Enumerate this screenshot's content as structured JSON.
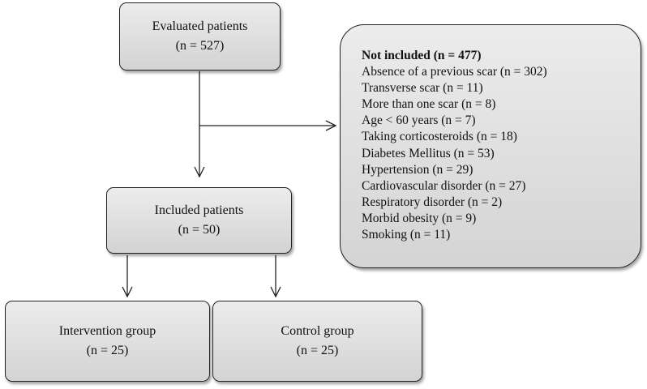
{
  "evaluated": {
    "label": "Evaluated patients",
    "count": "(n = 527)"
  },
  "not_included": {
    "title": "Not included (n = 477)",
    "reasons": [
      "Absence of a previous scar (n = 302)",
      "Transverse scar (n = 11)",
      "More than one scar (n = 8)",
      "Age < 60 years (n = 7)",
      "Taking corticosteroids (n = 18)",
      "Diabetes Mellitus (n = 53)",
      "Hypertension (n = 29)",
      "Cardiovascular disorder (n = 27)",
      "Respiratory disorder (n = 2)",
      "Morbid obesity (n = 9)",
      "Smoking (n = 11)"
    ]
  },
  "included": {
    "label": "Included patients",
    "count": "(n = 50)"
  },
  "intervention": {
    "label": "Intervention group",
    "count": "(n = 25)"
  },
  "control": {
    "label": "Control group",
    "count": "(n = 25)"
  },
  "colors": {
    "box_fill": "#dcdcdc",
    "line": "#222222"
  }
}
